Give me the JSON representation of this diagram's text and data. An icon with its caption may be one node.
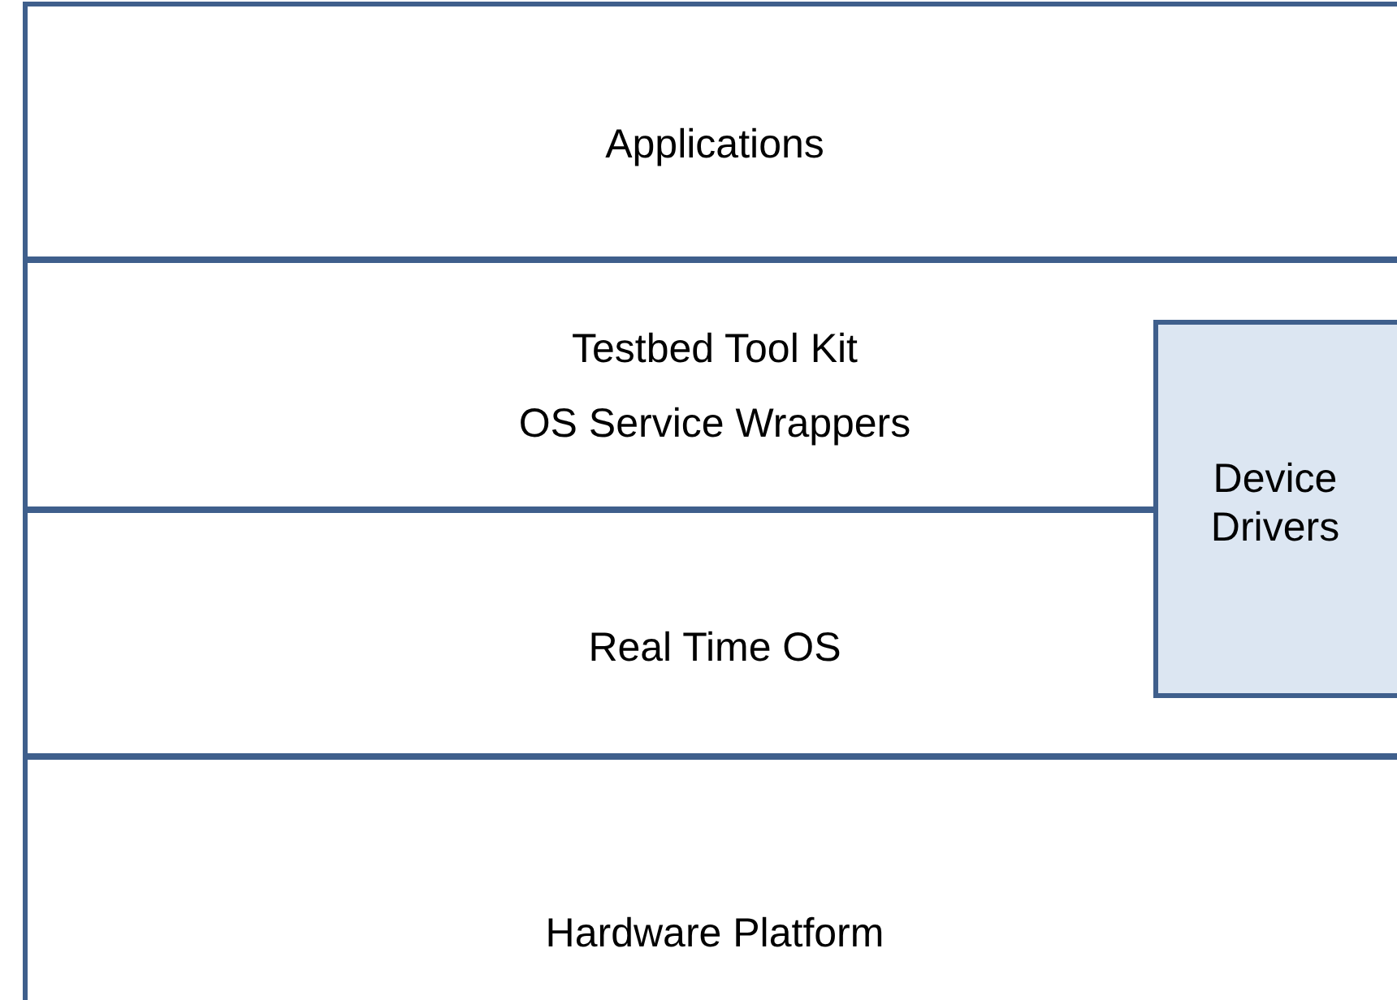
{
  "diagram": {
    "nodes": [
      {
        "text": [
          "Applications"
        ]
      },
      {
        "text": [
          "Testbed Tool Kit",
          "OS Service Wrappers"
        ]
      },
      {
        "text": [
          "Real Time OS"
        ]
      },
      {
        "text": [
          "Hardware Platform"
        ]
      },
      {
        "text": [
          "Device Drivers"
        ]
      }
    ]
  }
}
